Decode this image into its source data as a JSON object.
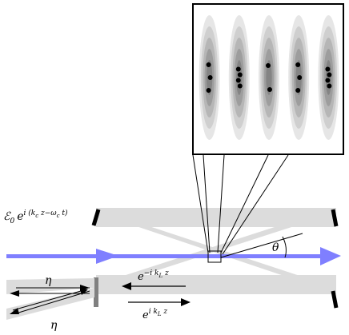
{
  "labels": {
    "input_field_prefix": "ℰ",
    "input_field_sub": "0",
    "input_field_exp_base": "e",
    "input_field_exp": "i (k",
    "input_field_exp_sub1": "c",
    "input_field_exp_mid": " z−ω",
    "input_field_exp_sub2": "c",
    "input_field_exp_end": " t)",
    "angle": "θ",
    "loss_upper": "η",
    "loss_lower": "η",
    "backward_wave_base": "e",
    "backward_wave_exp": "−i k",
    "backward_wave_sub": "L",
    "backward_wave_tail": " z",
    "forward_wave_base": "e",
    "forward_wave_exp": "i k",
    "forward_wave_sub": "L",
    "forward_wave_tail": " z"
  },
  "inset": {
    "site_count": 5,
    "atoms_per_site": [
      3,
      4,
      2,
      3,
      4
    ],
    "colors": {
      "shade_outer": "#e4e4e4",
      "shade_inner": "#7a7a7a",
      "atom": "#000000"
    }
  },
  "colors": {
    "pump_beam": "#7f7fff",
    "cavity_beam": "#dcdcdc",
    "mirror": "#000000",
    "output_coupler": "#808080"
  }
}
